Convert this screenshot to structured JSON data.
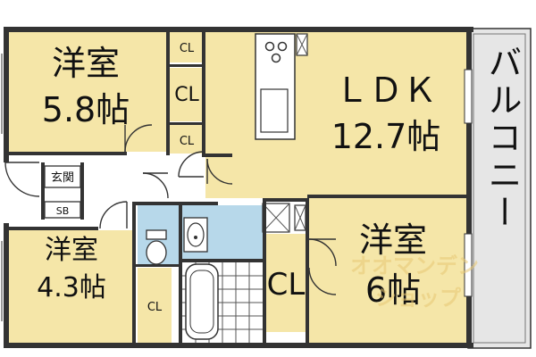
{
  "rooms": {
    "western_1": {
      "name": "洋室",
      "size": "5.8帖"
    },
    "ldk": {
      "name": "ＬＤＫ",
      "size": "12.7帖"
    },
    "balcony": {
      "name": "バルコニー"
    },
    "western_2": {
      "name": "洋室",
      "size": "4.3帖"
    },
    "western_3": {
      "name": "洋室",
      "size": "6帖"
    },
    "entrance": {
      "name": "玄関"
    },
    "shoe_box": {
      "name": "SB"
    }
  },
  "closets": {
    "cl_1": "CL",
    "cl_2": "CL",
    "cl_3": "CL",
    "cl_4": "CL",
    "cl_5": "CL"
  },
  "watermark": {
    "line1": "オオマンデン",
    "line2": "ショップ"
  },
  "colors": {
    "room": "#f5e6a8",
    "wet": "#b7d8ea",
    "wall": "#333333",
    "balcony": "#e6e6e6"
  }
}
